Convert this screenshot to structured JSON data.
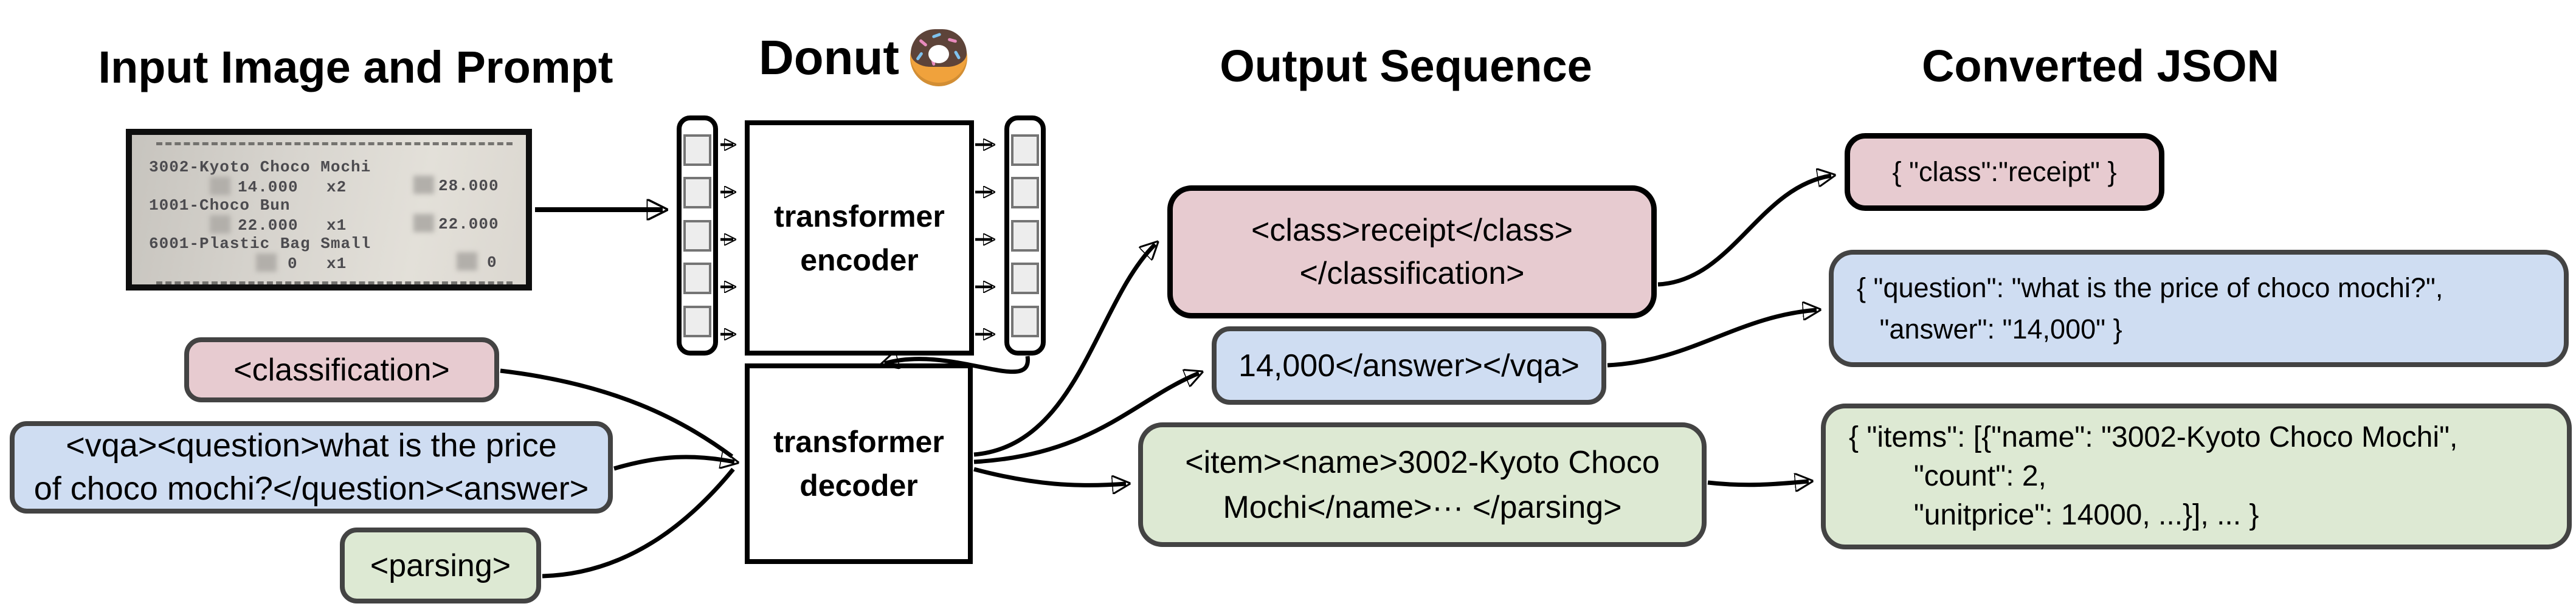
{
  "titles": {
    "input": "Input Image and Prompt",
    "model": "Donut",
    "model_icon": "donut-emoji",
    "output": "Output Sequence",
    "json": "Converted JSON"
  },
  "encoder": {
    "line1": "transformer",
    "line2": "encoder"
  },
  "decoder": {
    "line1": "transformer",
    "line2": "decoder"
  },
  "receipt": {
    "items": [
      {
        "name": "3002-Kyoto Choco Mochi",
        "price": "14.000",
        "qty": "x2",
        "total": "28.000"
      },
      {
        "name": "1001-Choco Bun",
        "price": "22.000",
        "qty": "x1",
        "total": "22.000"
      },
      {
        "name": "6001-Plastic Bag Small",
        "price": "0",
        "qty": "x1",
        "total": "0"
      }
    ]
  },
  "prompts": {
    "classification": {
      "text": "<classification>"
    },
    "vqa": {
      "line1": "<vqa><question>what is the price",
      "line2": "of choco mochi?</question><answer>"
    },
    "parsing": {
      "text": "<parsing>"
    }
  },
  "outputs": {
    "classification": {
      "line1": "<class>receipt</class>",
      "line2": "</classification>"
    },
    "vqa": {
      "line1": "14,000</answer></vqa>"
    },
    "parsing": {
      "line1": "<item><name>3002-Kyoto Choco",
      "line2": "Mochi</name>··· </parsing>"
    }
  },
  "json_outputs": {
    "classification": {
      "line1": "{ \"class\":\"receipt\" }"
    },
    "vqa": {
      "line1": "{ \"question\": \"what is the price of choco mochi?\",",
      "line2": "   \"answer\": \"14,000\" }"
    },
    "parsing": {
      "line1": "{ \"items\": [{\"name\": \"3002-Kyoto Choco Mochi\",",
      "line2": "        \"count\": 2,",
      "line3": "        \"unitprice\": 14000, ...}], ... }"
    }
  },
  "colors": {
    "classification_fill": "#e7cbd0",
    "vqa_fill": "#cfddf2",
    "parsing_fill": "#dde9d3",
    "border_dark": "#434343",
    "border_black": "#000000"
  }
}
